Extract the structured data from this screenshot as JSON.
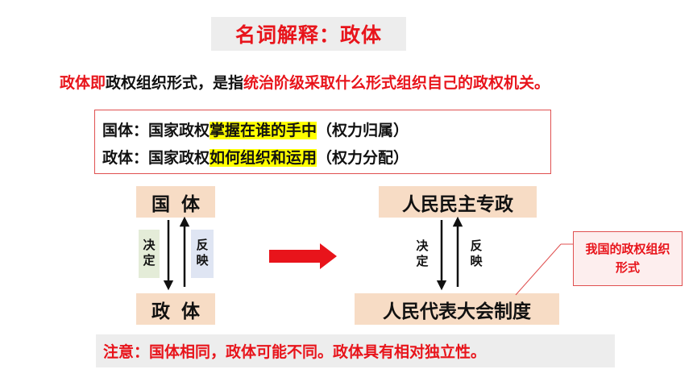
{
  "title": "名词解释：政体",
  "definition": {
    "part1": "政体即",
    "part2": "政权组织形式，是指",
    "part3": "统治阶级采取什么形式组织自己的政权机关。"
  },
  "compare": {
    "line1_prefix": "国体：国家政权",
    "line1_highlight": "掌握在谁的手中",
    "line1_suffix": "（权力归属）",
    "line2_prefix": "政体：国家政权",
    "line2_highlight": "如何组织和运用",
    "line2_suffix": "（权力分配）"
  },
  "diagram_left": {
    "top": "国体",
    "bottom": "政体",
    "decide": "决定",
    "reflect": "反映"
  },
  "diagram_right": {
    "top": "人民民主专政",
    "bottom": "人民代表大会制度",
    "decide": "决定",
    "reflect": "反映"
  },
  "callout": "我国的政权组织形式",
  "note": "注意：国体相同，政体可能不同。政体具有相对独立性。",
  "colors": {
    "accent_red": "#e8141b",
    "highlight_yellow": "#ffff00",
    "box_tan": "#f7dcc5"
  }
}
